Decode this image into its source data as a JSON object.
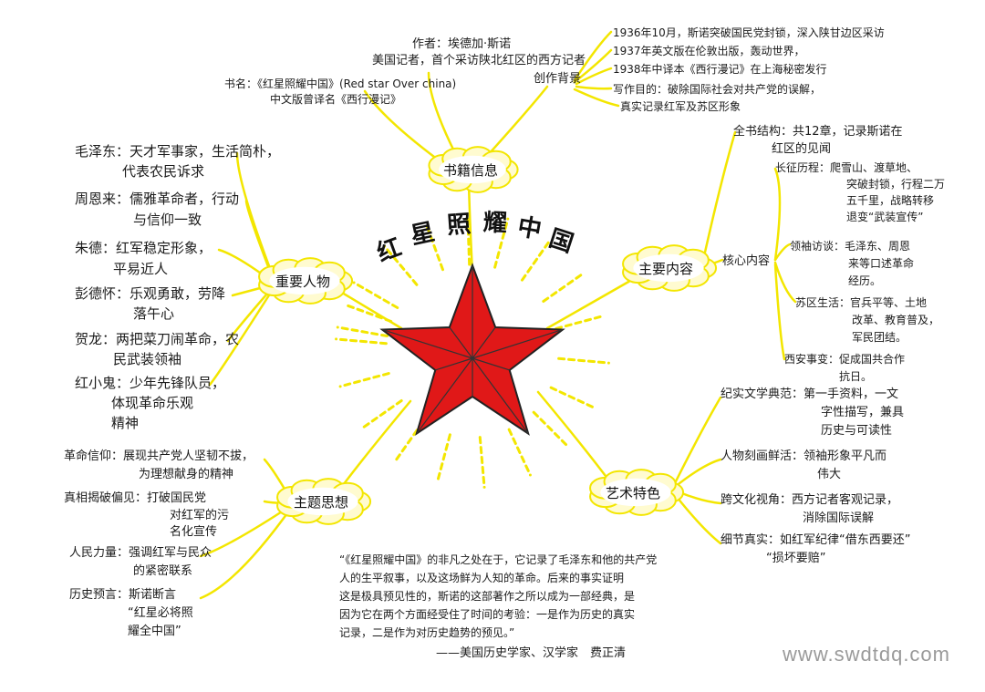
{
  "center": {
    "title_chars": [
      "红",
      "星",
      "照",
      "耀",
      "中",
      "国"
    ],
    "star_color": "#e01818",
    "ray_color": "#f3e600"
  },
  "branches": {
    "book_info": {
      "label": "书籍信息",
      "author": "作者：埃德加·斯诺",
      "author_desc": "美国记者，首个采访陕北红区的西方记者",
      "title_line1": "书名：《红星照耀中国》(Red star Over china)",
      "title_line2": "中文版曾译名《西行漫记》",
      "background_label": "创作背景",
      "bg_lines": [
        "1936年10月，斯诺突破国民党封锁，深入陕甘边区采访",
        "1937年英文版在伦敦出版，轰动世界，",
        "1938年中译本《西行漫记》在上海秘密发行",
        "写作目的：破除国际社会对共产党的误解，",
        "真实记录红军及苏区形象"
      ]
    },
    "content": {
      "label": "主要内容",
      "structure": "全书结构：共12章，记录斯诺在",
      "structure2": "红区的见闻",
      "core_label": "核心内容",
      "long_march": [
        "长征历程：爬雪山、渡草地、",
        "突破封锁，行程二万",
        "五千里，战略转移",
        "退变“武装宣传”"
      ],
      "leaders": [
        "领袖访谈：毛泽东、周恩",
        "来等口述革命",
        "经历。"
      ],
      "soviet": [
        "苏区生活：官兵平等、土地",
        "改革、教育普及，",
        "军民团结。"
      ],
      "xian": [
        "西安事变：促成国共合作",
        "抗日。"
      ]
    },
    "people": {
      "label": "重要人物",
      "entries": [
        [
          "毛泽东：天才军事家，生活简朴，",
          "代表农民诉求"
        ],
        [
          "周恩来：儒雅革命者，行动",
          "与信仰一致"
        ],
        [
          "朱德：红军稳定形象，",
          "平易近人"
        ],
        [
          "彭德怀：乐观勇敢，劳降",
          "落午心"
        ],
        [
          "贺龙：两把菜刀闹革命，农",
          "民武装领袖"
        ],
        [
          "红小鬼：少年先锋队员，",
          "体现革命乐观",
          "精神"
        ]
      ]
    },
    "theme": {
      "label": "主题思想",
      "entries": [
        [
          "革命信仰：展现共产党人坚韧不拔，",
          "为理想献身的精神"
        ],
        [
          "真相揭破偏见：打破国民党",
          "对红军的污",
          "名化宣传"
        ],
        [
          "人民力量：强调红军与民众",
          "的紧密联系"
        ],
        [
          "历史预言：斯诺断言",
          "“红星必将照",
          "耀全中国”"
        ]
      ]
    },
    "art": {
      "label": "艺术特色",
      "entries": [
        [
          "纪实文学典范：第一手资料，一文",
          "字性描写，兼具",
          "历史与可读性"
        ],
        [
          "人物刻画鲜活：领袖形象平凡而",
          "伟大"
        ],
        [
          "跨文化视角：西方记者客观记录，",
          "消除国际误解"
        ],
        [
          "细节真实：如红军纪律“借东西要还”",
          "“损坏要赔”"
        ]
      ]
    }
  },
  "quote": {
    "lines": [
      "“《红星照耀中国》的非凡之处在于，它记录了毛泽东和他的共产党",
      "人的生平叙事，以及这场鲜为人知的革命。后来的事实证明",
      "这是极具预见性的，斯诺的这部著作之所以成为一部经典，是",
      "因为它在两个方面经受住了时间的考验：一是作为历史的真实",
      "记录，二是作为对历史趋势的预见。”"
    ],
    "attribution": "——美国历史学家、汉学家　费正清"
  },
  "watermark": "www.swdtdq.com"
}
